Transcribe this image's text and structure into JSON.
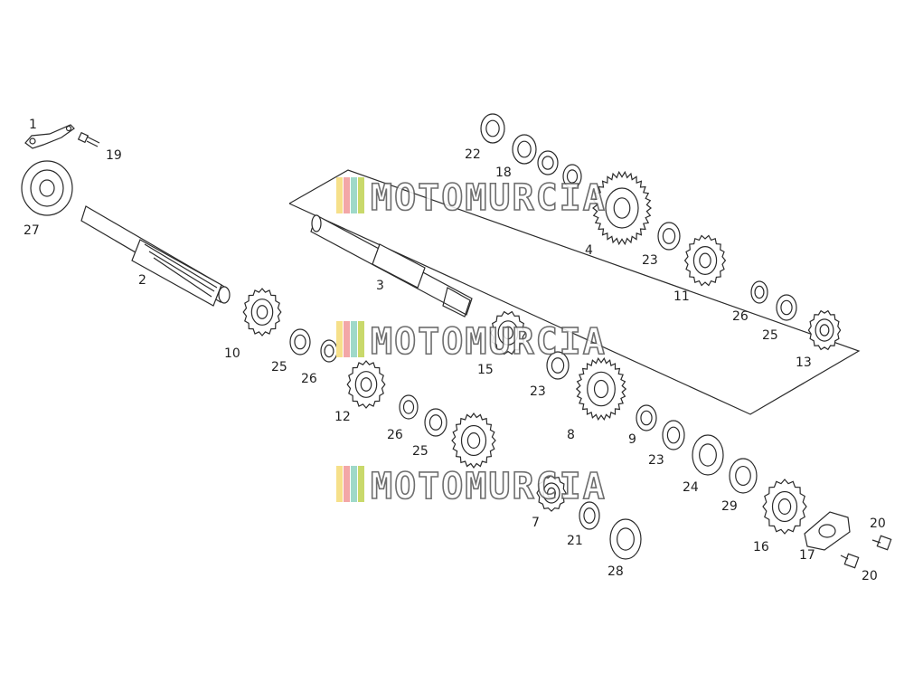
{
  "watermark": {
    "text": "MOTOMURCIA",
    "colors": [
      "#f6e08a",
      "#f3a7a7",
      "#9fd9c9",
      "#c9d96b"
    ]
  },
  "callouts": [
    "1",
    "19",
    "27",
    "2",
    "10",
    "25",
    "26",
    "12",
    "26",
    "25",
    "22",
    "18",
    "4",
    "23",
    "11",
    "26",
    "25",
    "13",
    "3",
    "15",
    "23",
    "8",
    "9",
    "23",
    "24",
    "29",
    "7",
    "21",
    "28",
    "16",
    "17",
    "20",
    "20"
  ]
}
